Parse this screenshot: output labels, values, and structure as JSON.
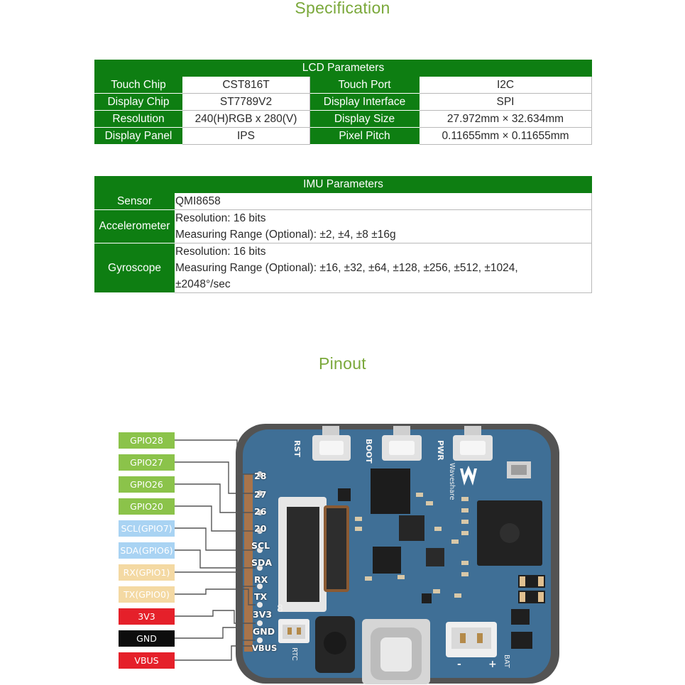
{
  "titles": {
    "specification": "Specification",
    "pinout": "Pinout"
  },
  "lcd": {
    "caption": "LCD Parameters",
    "rows": [
      {
        "k1": "Touch Chip",
        "v1": "CST816T",
        "k2": "Touch Port",
        "v2": "I2C"
      },
      {
        "k1": "Display Chip",
        "v1": "ST7789V2",
        "k2": "Display Interface",
        "v2": "SPI"
      },
      {
        "k1": "Resolution",
        "v1": "240(H)RGB x 280(V)",
        "k2": "Display Size",
        "v2": "27.972mm × 32.634mm"
      },
      {
        "k1": "Display Panel",
        "v1": "IPS",
        "k2": "Pixel Pitch",
        "v2": "0.11655mm × 0.11655mm"
      }
    ]
  },
  "imu": {
    "caption": "IMU Parameters",
    "sensor_label": "Sensor",
    "sensor_value": "QMI8658",
    "accel_label": "Accelerometer",
    "accel_res": "Resolution: 16 bits",
    "accel_range": "Measuring Range (Optional): ±2, ±4, ±8 ±16g",
    "gyro_label": "Gyroscope",
    "gyro_res": "Resolution: 16 bits",
    "gyro_range_1": "Measuring Range (Optional): ±16, ±32, ±64, ±128, ±256, ±512, ±1024,",
    "gyro_range_2": "±2048°/sec"
  },
  "pinout": {
    "labels": [
      "GPIO28",
      "GPIO27",
      "GPIO26",
      "GPIO20",
      "SCL(GPIO7)",
      "SDA(GPIO6)",
      "RX(GPIO1)",
      "TX(GPIO0)",
      "3V3",
      "GND",
      "VBUS"
    ],
    "pads": [
      "28",
      "27",
      "26",
      "20",
      "SCL",
      "SDA",
      "RX",
      "TX",
      "3V3",
      "GND",
      "VBUS"
    ],
    "board": {
      "btn_rst": "RST",
      "btn_boot": "BOOT",
      "btn_pwr": "PWR",
      "brand": "Waveshare",
      "rtc": "RTC",
      "bat": "BAT",
      "plus": "+",
      "minus": "-",
      "num": "8"
    }
  },
  "colors": {
    "accent_title": "#7aa83a",
    "table_header": "#0e7e12",
    "pcb": "#3f6f96",
    "gpio_green": "#8bc34a",
    "i2c_blue": "#a9d3f3",
    "uart_tan": "#f4d9a3",
    "power_red": "#e5202a",
    "ground_black": "#0d0d0d"
  }
}
